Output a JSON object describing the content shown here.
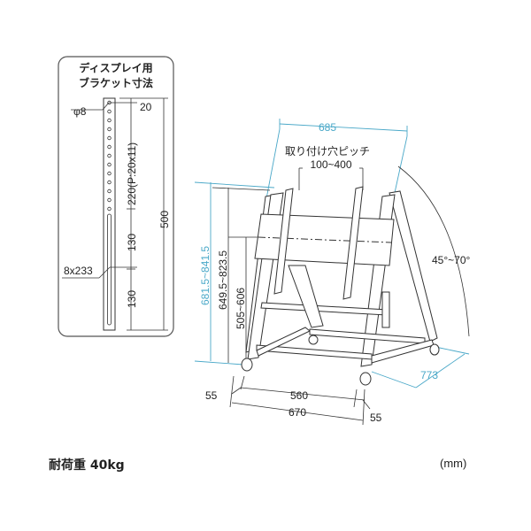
{
  "bracket_panel": {
    "title_line1": "ディスプレイ用",
    "title_line2": "ブラケット寸法",
    "hole_diameter": "φ8",
    "top_offset": "20",
    "hole_pitch": "220(P:20x11)",
    "total_length": "500",
    "slot_size": "8x233",
    "segment_upper": "130",
    "segment_lower": "130"
  },
  "stand_dimensions": {
    "width_top": "685",
    "mount_pitch_label": "取り付け穴ピッチ",
    "mount_pitch_range": "100~400",
    "height_overall": "681.5~841.5",
    "height_top_bracket": "649.5~823.5",
    "height_center": "505~606",
    "tilt_angle": "45°~70°",
    "depth": "773",
    "caster_offset_left": "55",
    "caster_spacing": "560",
    "base_width": "670",
    "caster_offset_right": "55"
  },
  "footer": {
    "load_capacity": "耐荷重 40kg",
    "unit": "(mm)"
  },
  "colors": {
    "dimension_cyan": "#4aa8c8",
    "line_dark": "#333333",
    "panel_border": "#555555"
  }
}
